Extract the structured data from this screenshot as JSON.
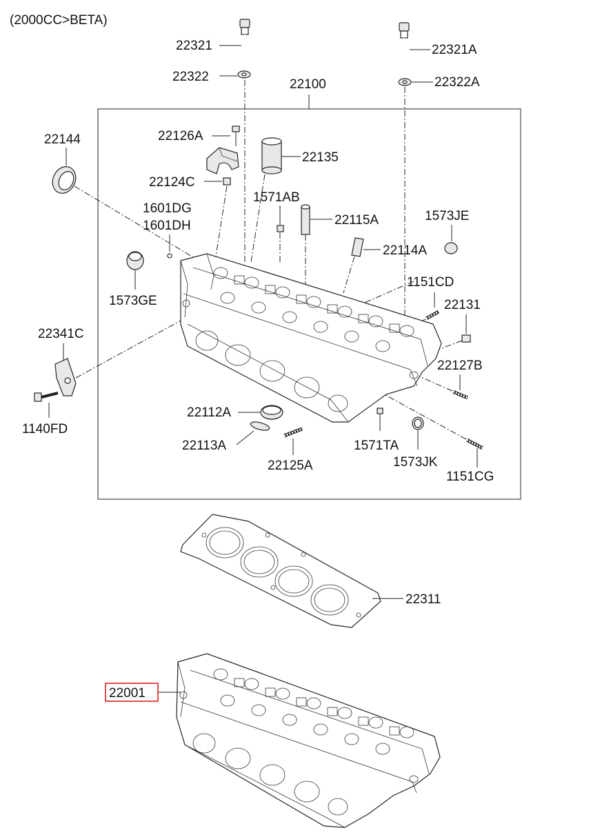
{
  "header_note": "(2000CC>BETA)",
  "highlight_color": "#e02020",
  "labels": {
    "p22321": "22321",
    "p22322": "22322",
    "p22321A": "22321A",
    "p22322A": "22322A",
    "p22100": "22100",
    "p22144": "22144",
    "p22126A": "22126A",
    "p22135": "22135",
    "p22124C": "22124C",
    "p1571AB": "1571AB",
    "p1601DG": "1601DG",
    "p1601DH": "1601DH",
    "p22115A": "22115A",
    "p1573JE": "1573JE",
    "p22114A": "22114A",
    "p1573GE": "1573GE",
    "p1151CD": "1151CD",
    "p22131": "22131",
    "p22341C": "22341C",
    "p22127B": "22127B",
    "p1140FD": "1140FD",
    "p22112A": "22112A",
    "p22113A": "22113A",
    "p1571TA": "1571TA",
    "p22125A": "22125A",
    "p1573JK": "1573JK",
    "p1151CG": "1151CG",
    "p22311": "22311",
    "p22001": "22001"
  }
}
